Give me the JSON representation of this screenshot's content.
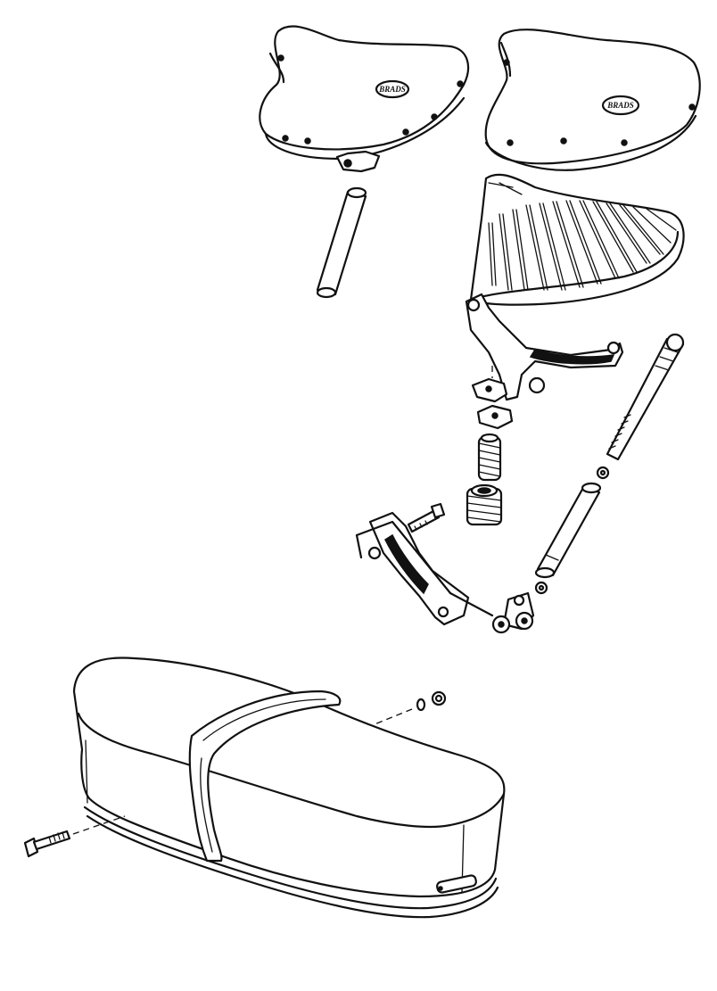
{
  "diagram": {
    "parts": [
      {
        "id": "saddle-cover-1",
        "logo": "BRADS"
      },
      {
        "id": "saddle-cover-2",
        "logo": "BRADS"
      },
      {
        "id": "seat-post"
      },
      {
        "id": "spring-frame"
      },
      {
        "id": "saddle-clip-bracket"
      },
      {
        "id": "clamp-cap"
      },
      {
        "id": "clamp-nut"
      },
      {
        "id": "small-spring"
      },
      {
        "id": "large-spring"
      },
      {
        "id": "long-bolt"
      },
      {
        "id": "washer"
      },
      {
        "id": "tube-sleeve"
      },
      {
        "id": "hinge-bracket"
      },
      {
        "id": "hinge-bolt"
      },
      {
        "id": "hinge-nut"
      },
      {
        "id": "cable-clip"
      },
      {
        "id": "dual-seat"
      },
      {
        "id": "seat-bolt"
      },
      {
        "id": "seat-washer"
      },
      {
        "id": "seat-nut"
      }
    ],
    "colors": {
      "line": "#111111",
      "paper": "#ffffff"
    }
  }
}
